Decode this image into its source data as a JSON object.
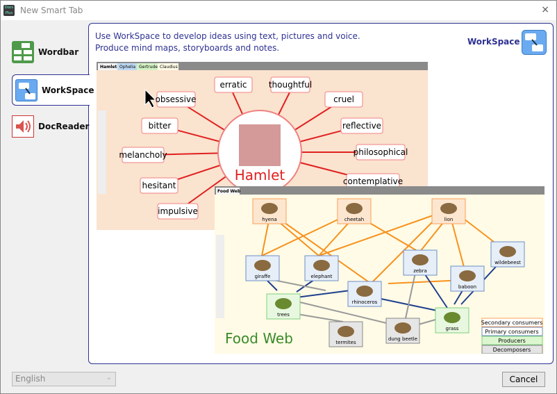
{
  "window": {
    "title": "New Smart Tab",
    "app_icon": "docsplus-icon",
    "close": "×"
  },
  "sidebar": {
    "items": [
      {
        "label": "Wordbar"
      },
      {
        "label": "WorkSpace",
        "selected": true
      },
      {
        "label": "DocReader"
      }
    ]
  },
  "main": {
    "desc_line1": "Use WorkSpace to develop ideas using text, pictures and voice.",
    "desc_line2": "Produce mind maps, storyboards and notes.",
    "title": "WorkSpace",
    "hamlet": {
      "tabs": [
        "Hamlet",
        "Ophelia",
        "Gertrude",
        "Claudius"
      ],
      "center": "Hamlet",
      "words": [
        "obsessive",
        "erratic",
        "thoughtful",
        "cruel",
        "bitter",
        "reflective",
        "melancholy",
        "philosophical",
        "hesitant",
        "contemplative",
        "impulsive"
      ]
    },
    "foodweb": {
      "tab": "Food Web",
      "title": "Food Web",
      "nodes": [
        "hyena",
        "cheetah",
        "lion",
        "giraffe",
        "elephant",
        "zebra",
        "wildebeest",
        "baboon",
        "rhinoceros",
        "trees",
        "grass",
        "termites",
        "dung beetle"
      ],
      "legend": [
        "Secondary consumers",
        "Primary consumers",
        "Producers",
        "Decomposers"
      ],
      "colors": {
        "secondary": "#f9a05a",
        "primary": "#6d8fc7",
        "producers": "#7ed07e",
        "decomposers": "#888888"
      }
    }
  },
  "footer": {
    "language": "English",
    "cancel": "Cancel"
  },
  "colors": {
    "accent": "#2e3192"
  }
}
